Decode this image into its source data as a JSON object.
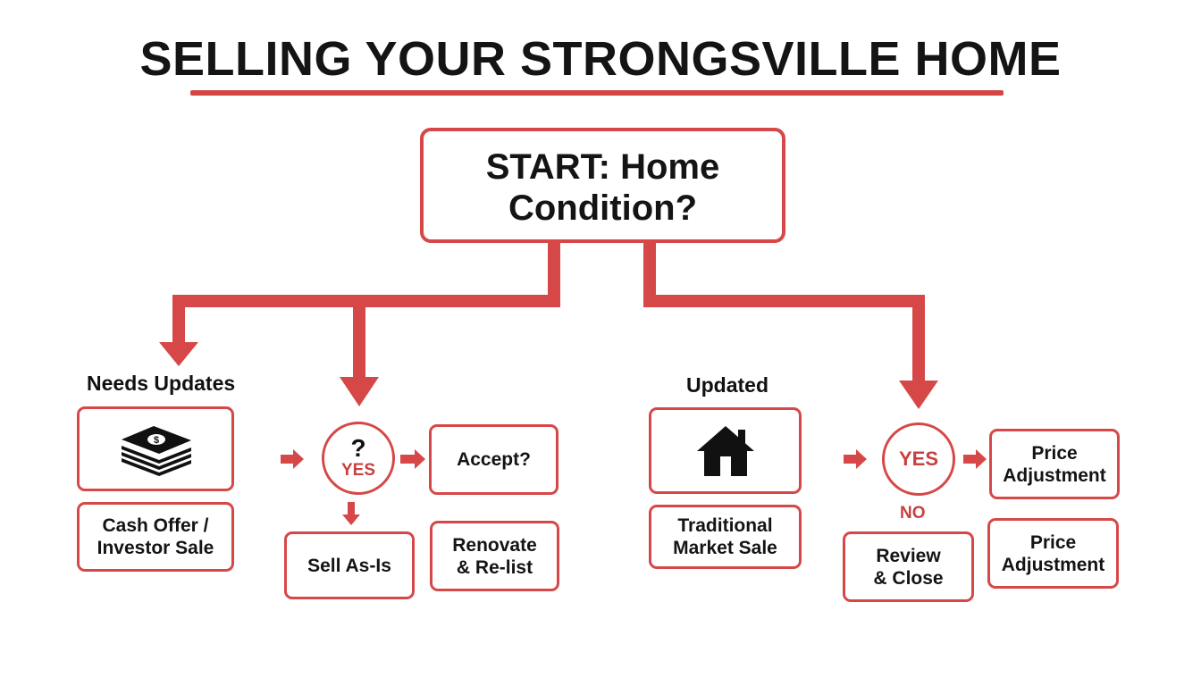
{
  "title": "SELLING YOUR STRONGSVILLE HOME",
  "colors": {
    "accent": "#d64848",
    "text": "#141414"
  },
  "start": {
    "line1": "START: Home",
    "line2": "Condition?"
  },
  "left_branch": {
    "label": "Needs Updates",
    "icon": "money-stack-icon",
    "cash_offer": {
      "line1": "Cash Offer /",
      "line2": "Investor Sale"
    },
    "decision": {
      "symbol": "?",
      "yes": "YES"
    },
    "accept": "Accept?",
    "sell_as_is": "Sell As-Is",
    "renovate": {
      "line1": "Renovate",
      "line2": "& Re-list"
    }
  },
  "right_branch": {
    "label": "Updated",
    "icon": "house-icon",
    "traditional": {
      "line1": "Traditional",
      "line2": "Market Sale"
    },
    "decision": {
      "yes": "YES",
      "no": "NO"
    },
    "price_adjustment_1": {
      "line1": "Price",
      "line2": "Adjustment"
    },
    "review_close": {
      "line1": "Review",
      "line2": "& Close"
    },
    "price_adjustment_2": {
      "line1": "Price",
      "line2": "Adjustment"
    }
  }
}
